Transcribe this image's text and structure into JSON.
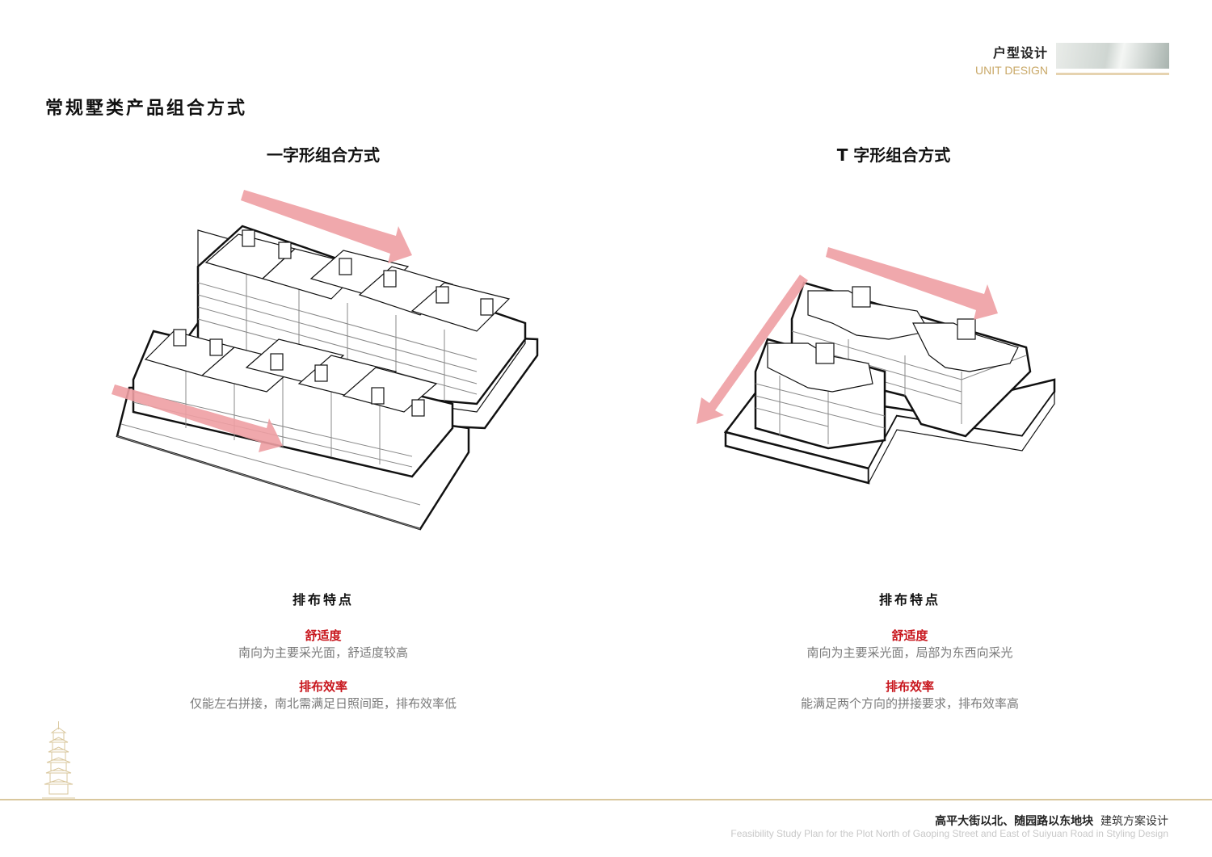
{
  "header": {
    "title": "户型设计",
    "subtitle": "UNIT DESIGN"
  },
  "page_title": "常规墅类产品组合方式",
  "left": {
    "title": "一字形组合方式",
    "feature_heading": "排布特点",
    "comfort_label": "舒适度",
    "comfort_desc": "南向为主要采光面，舒适度较高",
    "efficiency_label": "排布效率",
    "efficiency_desc": "仅能左右拼接，南北需满足日照间距，排布效率低"
  },
  "right": {
    "title": "T 字形组合方式",
    "feature_heading": "排布特点",
    "comfort_label": "舒适度",
    "comfort_desc": "南向为主要采光面，局部为东西向采光",
    "efficiency_label": "排布效率",
    "efficiency_desc": "能满足两个方向的拼接要求，排布效率高"
  },
  "footer": {
    "project_name": "高平大街以北、随园路以东地块",
    "design_type": "建筑方案设计",
    "english": "Feasibility Study Plan for the Plot North of Gaoping Street and East of Suiyuan Road in Styling Design"
  },
  "colors": {
    "accent_red": "#c8161d",
    "arrow_pink": "#ee9ea3",
    "gold": "#c9a867"
  }
}
